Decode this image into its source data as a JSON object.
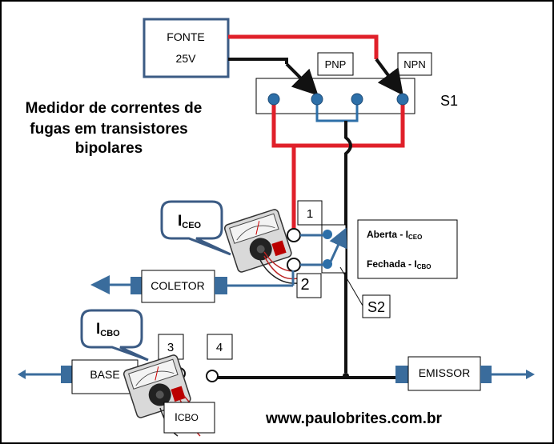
{
  "diagram": {
    "title_lines": [
      "Medidor de correntes de",
      "fugas em transistores",
      "bipolares"
    ],
    "source": {
      "line1": "FONTE",
      "line2": "25V"
    },
    "switch_s1": {
      "name": "S1",
      "pnp": "PNP",
      "npn": "NPN"
    },
    "switch_s2": {
      "name": "S2",
      "open_text": "Aberta - I",
      "open_sub": "CEO",
      "closed_text": "Fechada - I",
      "closed_sub": "CBO"
    },
    "meters": {
      "iceo": {
        "main": "I",
        "sub": "CEO"
      },
      "icbo": {
        "main": "I",
        "sub": "CBO"
      },
      "icbo_bottom": {
        "main": "I",
        "sub": "CBO"
      }
    },
    "terminals": [
      "1",
      "2",
      "3",
      "4"
    ],
    "leads": {
      "collector": "COLETOR",
      "base": "BASE",
      "emitter": "EMISSOR"
    },
    "website": "www.paulobrites.com.br",
    "colors": {
      "positive_wire": "#e0202a",
      "negative_wire": "#111111",
      "accent_blue": "#3a6c9c",
      "terminal_blue": "#2d6fa8"
    }
  }
}
